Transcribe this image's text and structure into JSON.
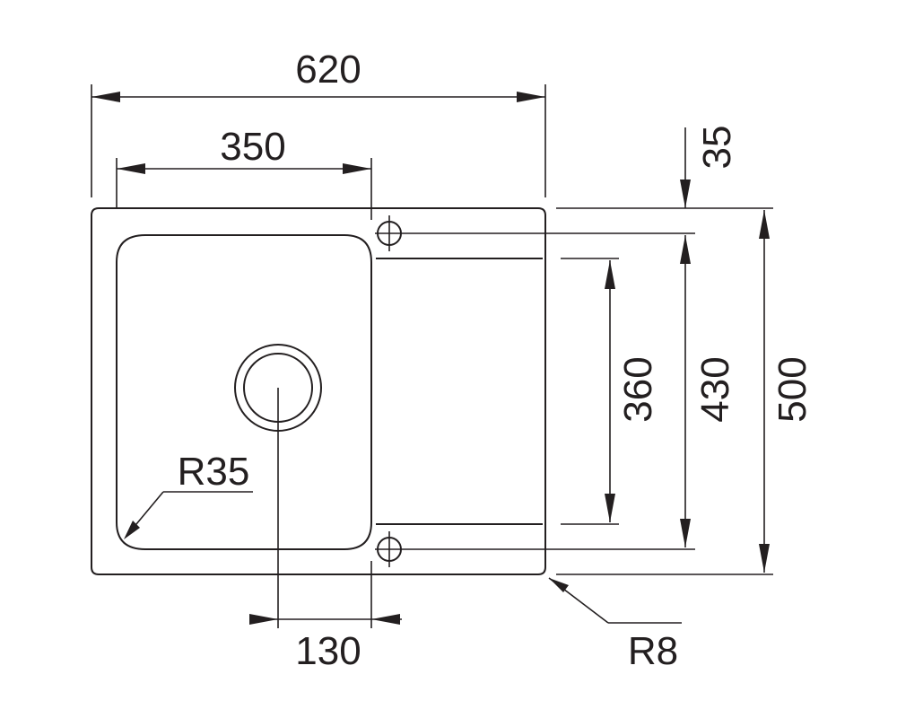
{
  "drawing": {
    "type": "sink technical drawing",
    "colors": {
      "line": "#231f20",
      "background": "#ffffff"
    },
    "dimensions": {
      "overall_width": "620",
      "bowl_width": "350",
      "top_offset": "35",
      "drainer_length": "360",
      "bowl_length": "430",
      "overall_length": "500",
      "drain_offset": "130",
      "bowl_corner_radius": "R35",
      "outer_corner_radius": "R8"
    }
  }
}
